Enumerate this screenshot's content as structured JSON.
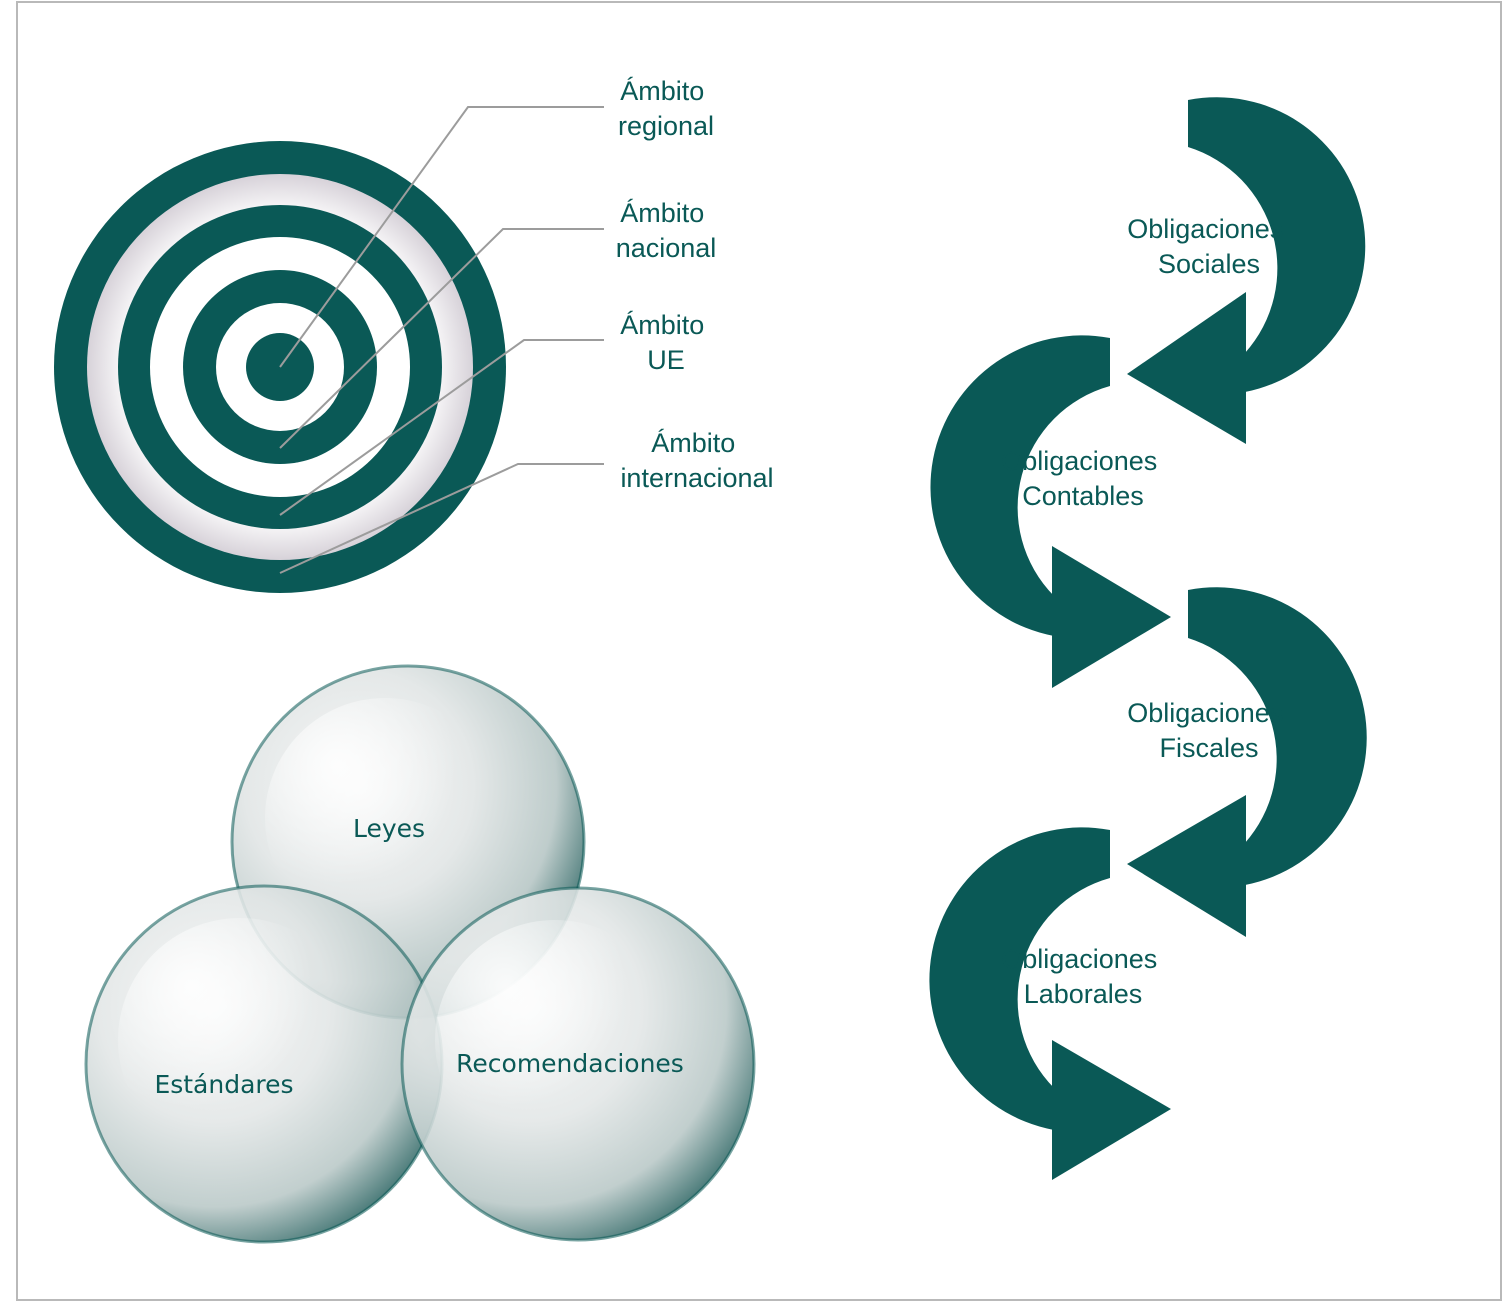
{
  "colors": {
    "accent": "#0a5956",
    "leader": "#9c9c9c",
    "frame": "#b9b9b9"
  },
  "target": {
    "labels": [
      {
        "line1": "Ámbito",
        "line2": "regional"
      },
      {
        "line1": "Ámbito",
        "line2": "nacional"
      },
      {
        "line1": "Ámbito",
        "line2": "UE"
      },
      {
        "line1": "Ámbito",
        "line2": "internacional"
      }
    ]
  },
  "spheres": {
    "top": "Leyes",
    "left": "Estándares",
    "right": "Recomendaciones"
  },
  "flow": {
    "steps": [
      {
        "line1": "Obligaciones",
        "line2": "Sociales"
      },
      {
        "line1": "Obligaciones",
        "line2": "Contables"
      },
      {
        "line1": "Obligaciones",
        "line2": "Fiscales"
      },
      {
        "line1": "Obligaciones",
        "line2": "Laborales"
      }
    ]
  }
}
